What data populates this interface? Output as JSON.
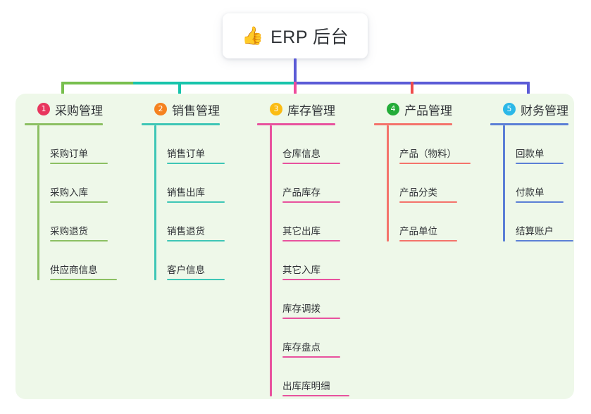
{
  "diagram": {
    "title": "ERP 后台",
    "root": {
      "icon": "thumbs-up-icon",
      "emoji": "👍",
      "label": "ERP 后台"
    },
    "panel_color": "#eef8e9",
    "bus": {
      "segments": [
        {
          "name": "green-bus",
          "color": "#78bf4e"
        },
        {
          "name": "teal-bus",
          "color": "#17c4ab"
        },
        {
          "name": "indigo-bus",
          "color": "#5b5bd6"
        }
      ],
      "root_stem_color": "#5b5bd6"
    },
    "columns": [
      {
        "number": "1",
        "label": "采购管理",
        "badge_color": "#e8365d",
        "line_color": "#8cc063",
        "stem_color": "#78bf4e",
        "items": [
          "采购订单",
          "采购入库",
          "采购退货",
          "供应商信息"
        ]
      },
      {
        "number": "2",
        "label": "销售管理",
        "badge_color": "#f58220",
        "line_color": "#3ec6b6",
        "stem_color": "#17c4ab",
        "items": [
          "销售订单",
          "销售出库",
          "销售退货",
          "客户信息"
        ]
      },
      {
        "number": "3",
        "label": "库存管理",
        "badge_color": "#fbbc13",
        "line_color": "#e8529e",
        "stem_color": "#ef4c9c",
        "items": [
          "仓库信息",
          "产品库存",
          "其它出库",
          "其它入库",
          "库存调拨",
          "库存盘点",
          "出库库明细"
        ]
      },
      {
        "number": "4",
        "label": "产品管理",
        "badge_color": "#23ac38",
        "line_color": "#f4736b",
        "stem_color": "#f04b4b",
        "items": [
          "产品（物料）",
          "产品分类",
          "产品单位"
        ]
      },
      {
        "number": "5",
        "label": "财务管理",
        "badge_color": "#2bb8e8",
        "line_color": "#5b7fd6",
        "stem_color": "#5b5bd6",
        "items": [
          "回款单",
          "付款单",
          "结算账户"
        ]
      }
    ]
  }
}
